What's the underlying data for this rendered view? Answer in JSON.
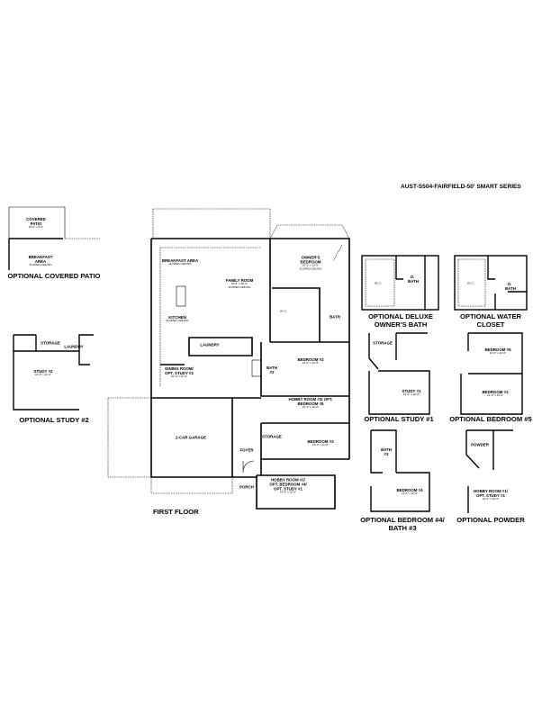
{
  "title": "AUST-S504-FAIRFIELD-50' SMART SERIES",
  "main_plan": {
    "caption": "FIRST FLOOR",
    "rooms": {
      "breakfast": {
        "name": "BREAKFAST AREA",
        "dim": "SLOPED CEILING"
      },
      "family": {
        "name": "FAMILY ROOM",
        "dim": "19'-6\" x 20'-0\"",
        "note": "SLOPED CEILING"
      },
      "owners_bedroom": {
        "name": "OWNER'S BEDROOM",
        "dim": "15'-0\" x 15'-0\"",
        "note": "SLOPED CEILING"
      },
      "kitchen": {
        "name": "KITCHEN",
        "note": "SLOPED CEILING"
      },
      "wic": {
        "name": "W.I.C."
      },
      "bath": {
        "name": "BATH"
      },
      "laundry": {
        "name": "LAUNDRY"
      },
      "dining": {
        "name": "DINING ROOM/ OPT. STUDY #2",
        "dim": "10'-0\" x 11'-0\""
      },
      "bedroom2": {
        "name": "BEDROOM #2",
        "dim": "10'-0\" x 13'-6\""
      },
      "bath2": {
        "name": "BATH #2"
      },
      "hobby2": {
        "name": "HOBBY ROOM #2/ OPT. BEDROOM #5",
        "dim": "10'-0\" x 10'-0\""
      },
      "garage": {
        "name": "2-CAR GARAGE"
      },
      "storage": {
        "name": "STORAGE"
      },
      "bedroom3": {
        "name": "BEDROOM #3",
        "dim": "13'-0\" x 11'-0\""
      },
      "foyer": {
        "name": "FOYER"
      },
      "porch": {
        "name": "PORCH"
      },
      "hobby1": {
        "name": "HOBBY ROOM #1/ OPT. BEDROOM #4/ OPT. STUDY #1",
        "dim": "14'-0\" x 10'-0\""
      }
    }
  },
  "options": {
    "covered_patio": {
      "caption": "OPTIONAL COVERED PATIO",
      "patio": "COVERED PATIO",
      "patio_dim": "10'-0\" x 8'-0\"",
      "breakfast": "BREAKFAST AREA",
      "breakfast_note": "SLOPED CEILING"
    },
    "study2": {
      "caption": "OPTIONAL STUDY #2",
      "study": "STUDY #2",
      "study_dim": "10'-0\" x 11'-0\"",
      "storage": "STORAGE",
      "laundry": "LAUNDRY"
    },
    "deluxe_bath": {
      "caption": "OPTIONAL DELUXE OWNER'S BATH",
      "wic": "W.I.C.",
      "bath": "O. BATH"
    },
    "water_closet": {
      "caption": "OPTIONAL WATER CLOSET",
      "wic": "W.I.C.",
      "bath": "O. BATH"
    },
    "study1": {
      "caption": "OPTIONAL STUDY #1",
      "storage": "STORAGE",
      "study": "STUDY #1",
      "study_dim": "14'-0\" x 10'-0\""
    },
    "bedroom5": {
      "caption": "OPTIONAL BEDROOM #5",
      "bedroom5": "BEDROOM #5",
      "bedroom5_dim": "10'-0\" x 10'-0\"",
      "bedroom3": "BEDROOM #3",
      "bedroom3_dim": "13'-0\" x 11'-0\""
    },
    "bedroom4": {
      "caption": "OPTIONAL BEDROOM #4/ BATH #3",
      "bath": "BATH #3",
      "bedroom": "BEDROOM #4",
      "bedroom_dim": "12'-0\" x 10'-0\""
    },
    "powder": {
      "caption": "OPTIONAL POWDER",
      "powder": "POWDER",
      "hobby": "HOBBY ROOM #1/ OPT. STUDY #1",
      "hobby_dim": "14'-0\" x 10'-0\""
    }
  }
}
